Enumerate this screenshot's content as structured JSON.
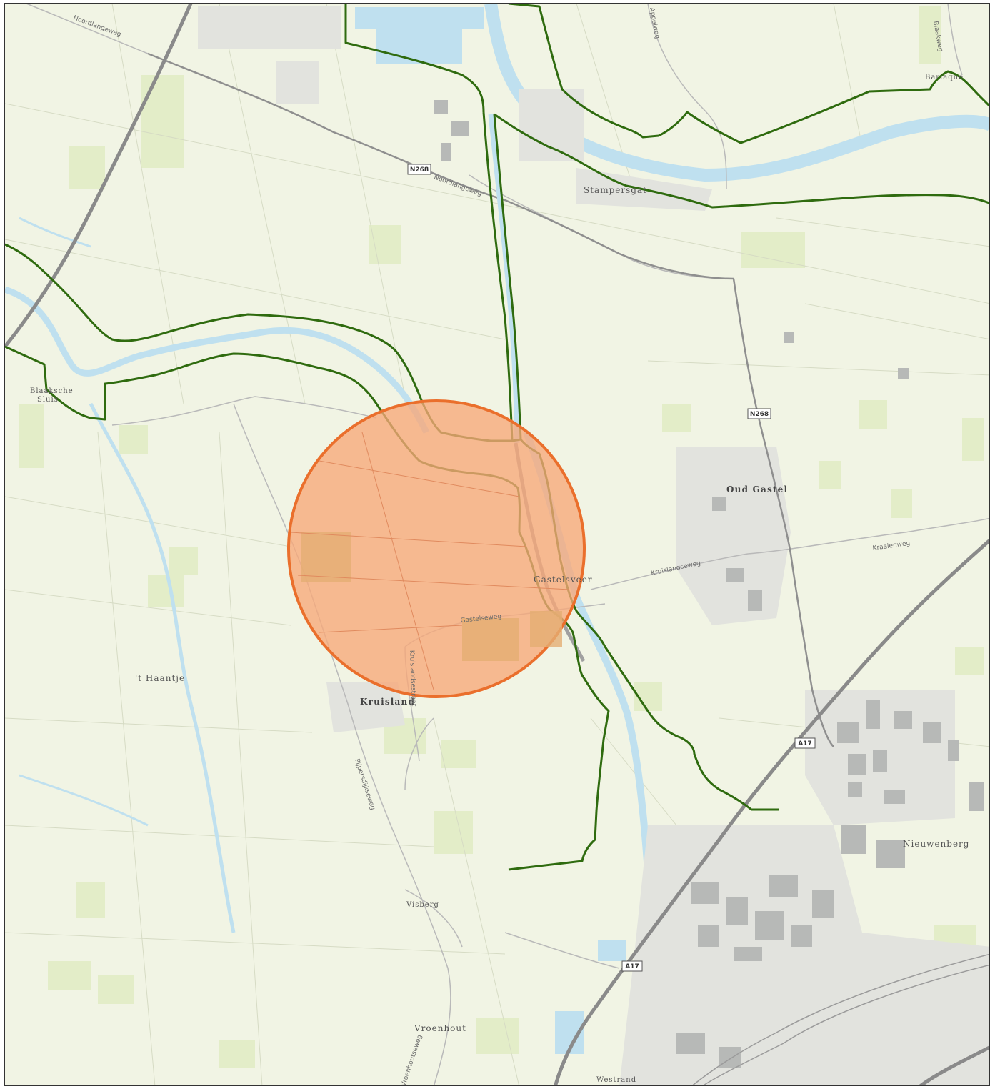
{
  "map": {
    "colors": {
      "background": "#f1f4e4",
      "field": "#e6efcd",
      "field_dark": "#d5e5b3",
      "water": "#bfe0ef",
      "road_major": "#8d8d8d",
      "road_minor": "#b5b5b5",
      "urban": "#e0e0e0",
      "buildings": "#b7b7b7",
      "boundary_line": "#2f6b0f",
      "circle_fill": "#f7a878",
      "circle_stroke": "#ea6f2c"
    },
    "places": {
      "oud_gastel": "Oud Gastel",
      "kruisland": "Kruisland",
      "stampersgat": "Stampersgat",
      "gastelsveer": "Gastelsveer",
      "nieuwenberg": "Nieuwenberg",
      "t_haantje": "'t Haantje",
      "visberg": "Visberg",
      "vroenhout": "Vroenhout",
      "westrand": "Westrand",
      "blaaksche_sluis_1": "Blaaksche",
      "blaaksche_sluis_2": "Sluis",
      "barlaque": "Barlaque"
    },
    "roads": {
      "noordlangeweg_1": "Noordlangeweg",
      "noordlangeweg_2": "Noordlangeweg",
      "kruislandseweg": "Kruislandseweg",
      "gastelseweg": "Gastelseweg",
      "plasweg": "Kraaienweg",
      "rijksweg": "Pijpersdijkseweg",
      "kruislandsestraat": "Kruislandsestraat",
      "vroenhoutseweg": "Vroenhoutseweg",
      "appelweg": "Appelweg",
      "blaakweg": "Blaakweg"
    },
    "shields": {
      "n268_north": "N268",
      "n268_east": "N268",
      "a17_north": "A17",
      "a17_south": "A17"
    }
  }
}
